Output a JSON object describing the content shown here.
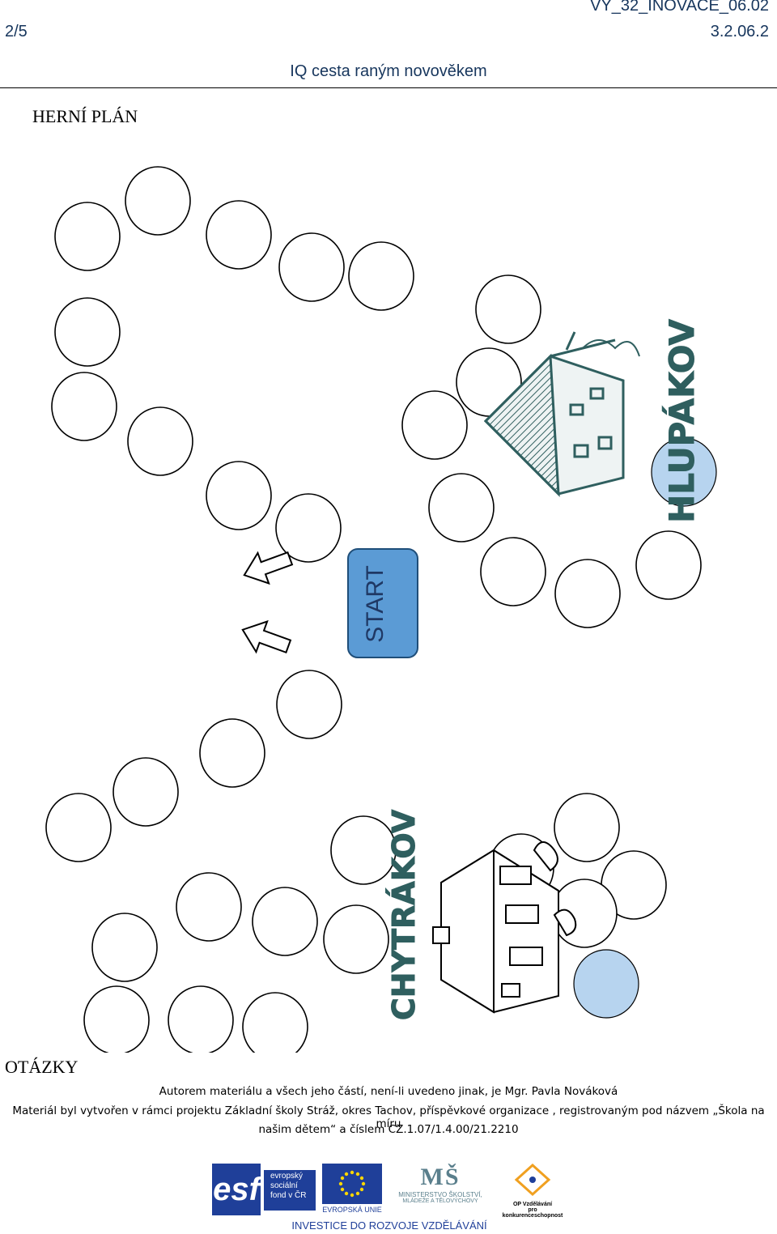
{
  "header": {
    "doc_code": "VY_32_INOVACE_06.02",
    "page": "2/5",
    "sub_code": "3.2.06.2",
    "title": "IQ cesta raným novověkem"
  },
  "section_board": "HERNÍ PLÁN",
  "board": {
    "start_label": "START",
    "goal_top": "HLUPÁKOV",
    "goal_bottom": "CHYTRÁKOV",
    "colors": {
      "start_fill": "#5b9bd5",
      "goal_circle": "#b7d4ef",
      "goal_text": "#2f5f5f",
      "circle_stroke": "#000000"
    }
  },
  "section_questions": "OTÁZKY",
  "footer": {
    "author": "Autorem materiálu a všech jeho částí, není-li uvedeno jinak, je Mgr. Pavla Nováková",
    "project_line1": "Materiál byl vytvořen v rámci projektu Základní školy Stráž, okres Tachov, příspěvkové organizace , registrovaným pod názvem „Škola na míru",
    "project_line2": "našim dětem“ a číslem CZ.1.07/1.4.00/21.2210"
  },
  "logos": {
    "esf_text1": "evropský",
    "esf_text2": "sociální",
    "esf_text3": "fond v ČR",
    "eu_text": "EVROPSKÁ UNIE",
    "msmt_text1": "MINISTERSTVO ŠKOLSTVÍ,",
    "msmt_text2": "MLÁDEŽE A TĚLOVÝCHOVY",
    "op_text1": "OP Vzdělávání",
    "op_text2": "pro konkurenceschopnost",
    "bottom": "INVESTICE DO ROZVOJE VZDĚLÁVÁNÍ"
  }
}
